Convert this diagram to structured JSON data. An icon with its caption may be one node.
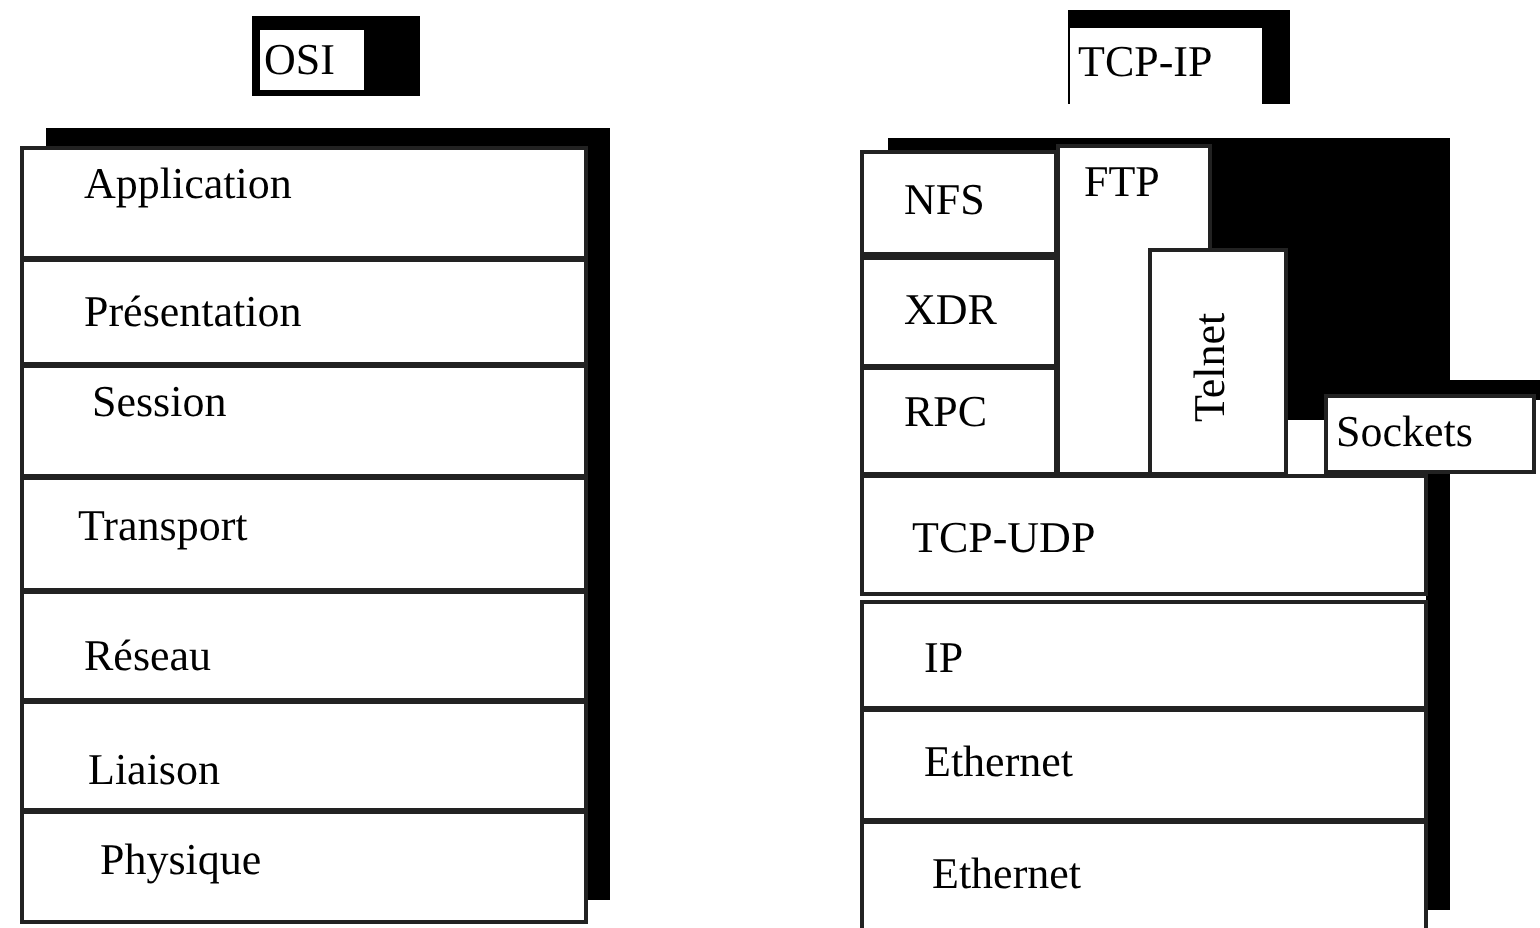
{
  "diagram": {
    "nodes": [
      {
        "text": [
          "OSI"
        ]
      },
      {
        "text": [
          "Application"
        ]
      },
      {
        "text": [
          "Présentation"
        ]
      },
      {
        "text": [
          "Session"
        ]
      },
      {
        "text": [
          "Transport"
        ]
      },
      {
        "text": [
          "Réseau"
        ]
      },
      {
        "text": [
          "Liaison"
        ]
      },
      {
        "text": [
          "Physique"
        ]
      },
      {
        "text": [
          "TCP-IP"
        ]
      },
      {
        "text": [
          "NFS"
        ]
      },
      {
        "text": [
          "FTP"
        ]
      },
      {
        "text": [
          "XDR"
        ]
      },
      {
        "text": [
          "Telnet"
        ]
      },
      {
        "text": [
          "RPC"
        ]
      },
      {
        "text": [
          "Sockets"
        ]
      },
      {
        "text": [
          "TCP-UDP"
        ]
      },
      {
        "text": [
          "IP"
        ]
      },
      {
        "text": [
          "Ethernet"
        ]
      },
      {
        "text": [
          "Ethernet"
        ]
      }
    ]
  }
}
